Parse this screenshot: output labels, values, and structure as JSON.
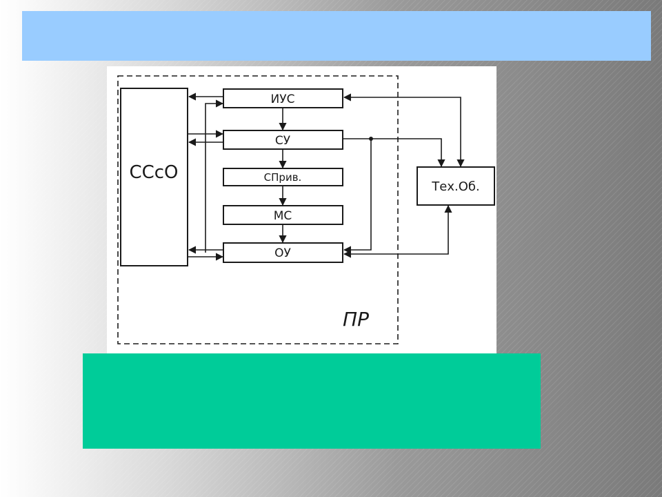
{
  "diagram": {
    "blocks": {
      "ssso": "ССсО",
      "ius": "ИУС",
      "su": "СУ",
      "spriv": "СПрив.",
      "ms": "МС",
      "ou": "ОУ",
      "tekhob": "Тех.Об."
    },
    "boundary_label": "ПР"
  },
  "colors": {
    "title_bar": "#99ccff",
    "caption_box": "#00cc99",
    "ink": "#1a1a1a"
  }
}
